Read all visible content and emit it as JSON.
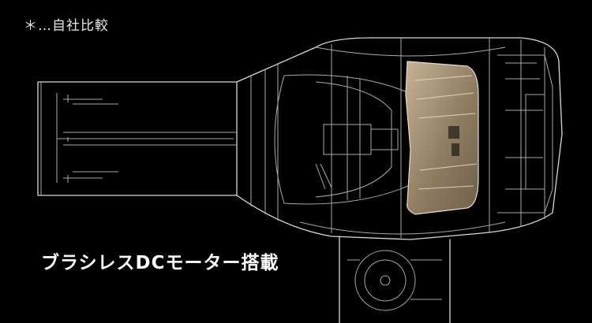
{
  "footnote": "＊…自社比較",
  "headline": "ブラシレスDCモーター搭載",
  "colors": {
    "background": "#000000",
    "outline": "#d8d8d8",
    "motor_fill": "#a89478"
  },
  "illustration": {
    "subject": "hair-dryer-cutaway-outline",
    "highlight": "brushless-dc-motor-icon"
  }
}
